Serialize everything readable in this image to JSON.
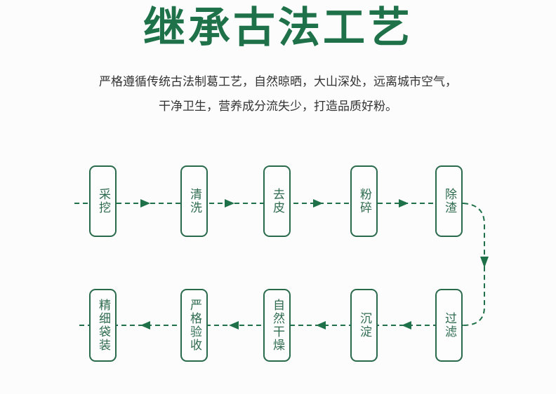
{
  "title": "继承古法工艺",
  "description": {
    "line1": "严格遵循传统古法制葛工艺，自然晾晒，大山深处，远离城市空气，",
    "line2": "干净卫生，营养成分流失少，打造品质好粉。"
  },
  "colors": {
    "accent": "#1e7148",
    "box_border": "#2a6a4c",
    "text": "#333333"
  },
  "steps_row1": [
    "采挖",
    "清洗",
    "去皮",
    "粉碎",
    "除渣"
  ],
  "steps_row2": [
    "过滤",
    "沉淀",
    "自然干燥",
    "严格验收",
    "精细袋装"
  ]
}
